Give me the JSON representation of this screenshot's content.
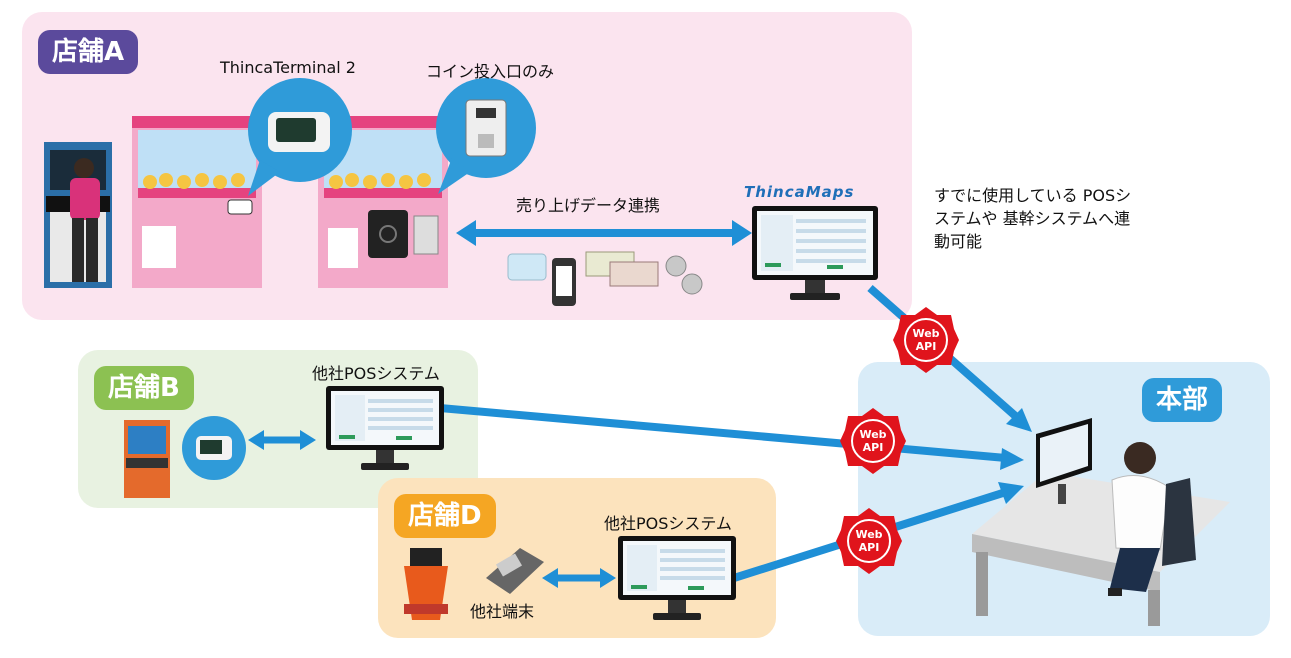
{
  "colors": {
    "store_a_bg": "#fbe4ef",
    "store_b_bg": "#e8f2e1",
    "store_d_bg": "#fce3bd",
    "hq_bg": "#d9ecf8",
    "store_a_pill": "#5b4a9c",
    "store_b_pill": "#8cc152",
    "store_d_pill": "#f5a623",
    "hq_pill": "#2f9bd9",
    "arrow": "#1f8fd6",
    "webapi": "#e0141c"
  },
  "store_a": {
    "title": "店舗A",
    "terminal_label": "ThincaTerminal 2",
    "coin_label": "コイン投入口のみ",
    "sales_link_label": "売り上げデータ連携",
    "maps_logo": "ThincaMaps",
    "pos_note": "すでに使用している POSシステムや 基幹システムへ連動可能"
  },
  "store_b": {
    "title": "店舗B",
    "pos_label": "他社POSシステム"
  },
  "store_d": {
    "title": "店舗D",
    "pos_label": "他社POSシステム",
    "terminal_label": "他社端末"
  },
  "hq": {
    "title": "本部"
  },
  "webapi": {
    "line1": "Web",
    "line2": "API"
  },
  "icons": [
    "claw-machine-icon",
    "arcade-cabinet-icon",
    "payment-terminal-icon",
    "coin-slot-icon",
    "monitor-icon",
    "smartphone-icon",
    "ic-card-icon",
    "banknote-icon",
    "coin-icon",
    "office-worker-icon",
    "double-arrow-icon",
    "gear-badge-icon"
  ]
}
